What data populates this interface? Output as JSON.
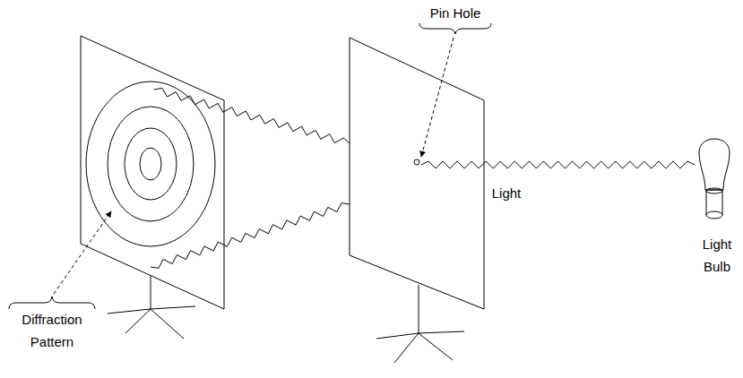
{
  "diagram": {
    "labels": [
      "Pin Hole",
      "Light",
      "Light Bulb",
      "Diffraction Pattern"
    ]
  }
}
